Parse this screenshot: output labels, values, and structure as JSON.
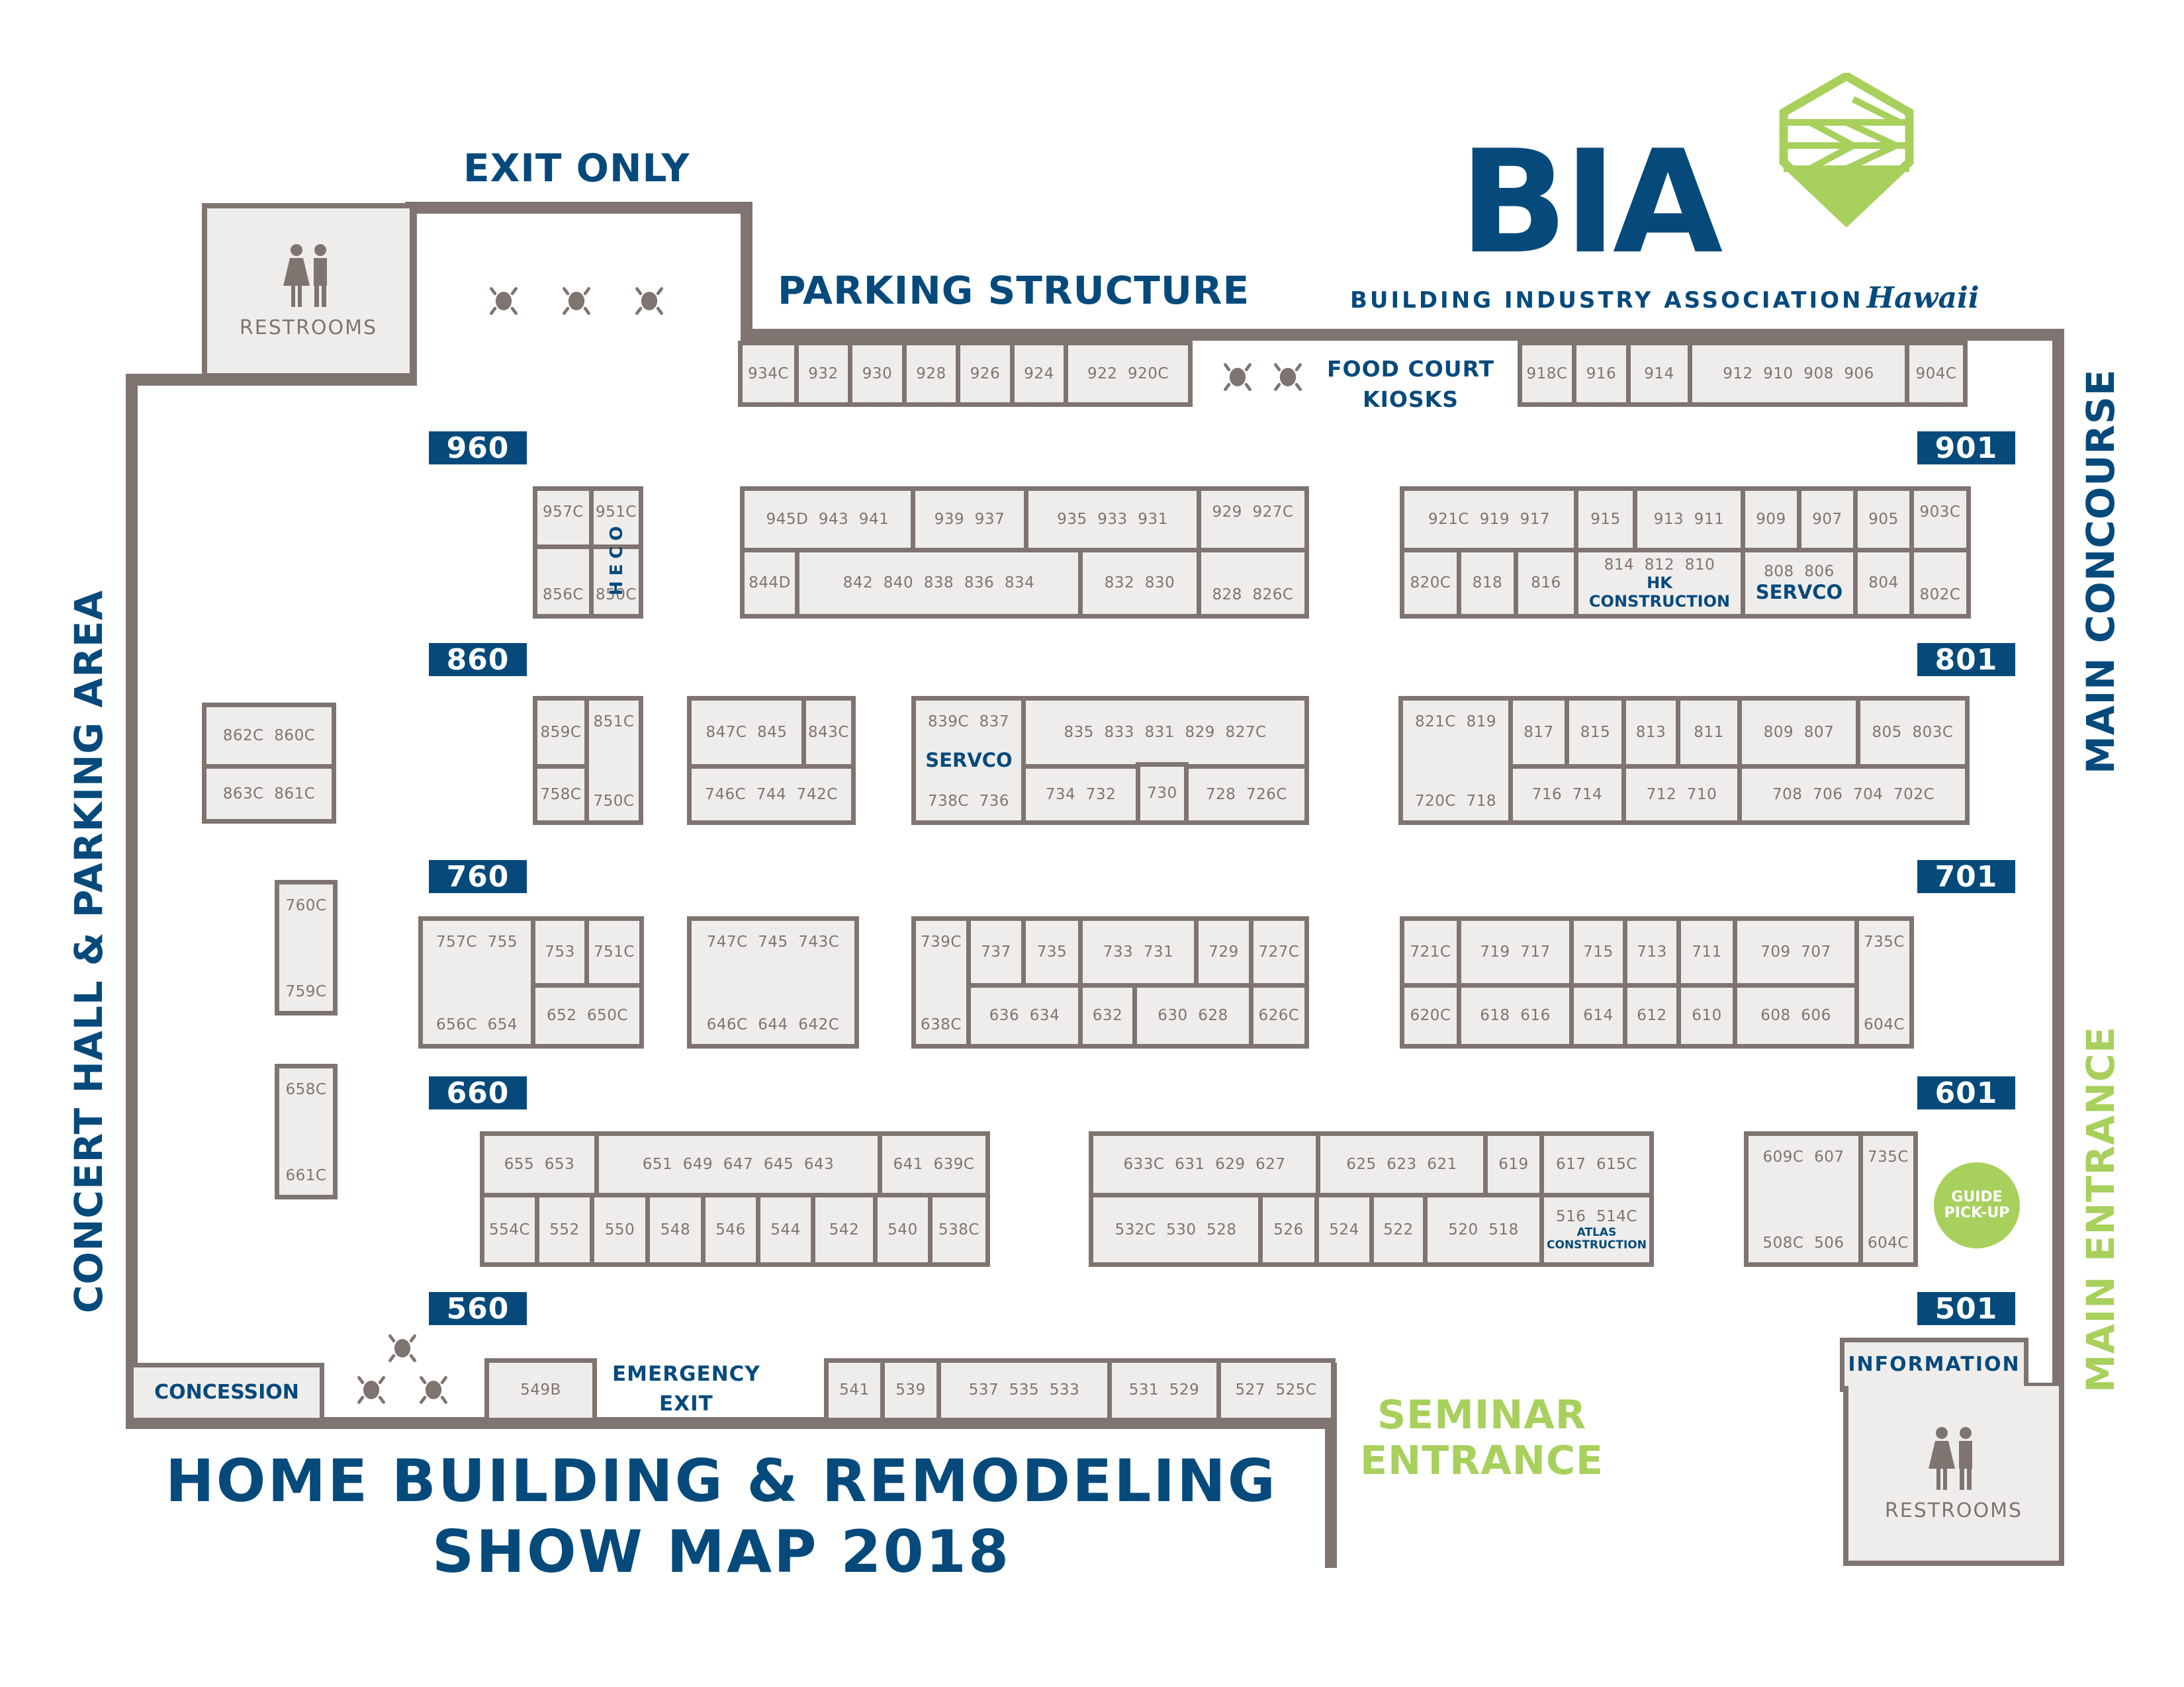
{
  "title": {
    "line1": "HOME BUILDING & REMODELING",
    "line2": "SHOW MAP 2018"
  },
  "logo": {
    "letters": "BIA",
    "tagline": "BUILDING INDUSTRY ASSOCIATION",
    "script": "Hawaii",
    "icon": "hexagon-arrow-icon"
  },
  "colors": {
    "navy": "#064a7c",
    "green": "#a8d05c",
    "wall": "#7f7470",
    "booth_fill": "#efedec"
  },
  "landmarks": {
    "exit_only": "EXIT ONLY",
    "parking_structure": "PARKING STRUCTURE",
    "food_court_line1": "FOOD COURT",
    "food_court_line2": "KIOSKS",
    "main_concourse": "MAIN CONCOURSE",
    "main_entrance": "MAIN ENTRANCE",
    "concert_hall": "CONCERT HALL & PARKING AREA",
    "seminar_line1": "SEMINAR",
    "seminar_line2": "ENTRANCE",
    "emergency_line1": "EMERGENCY",
    "emergency_line2": "EXIT",
    "concession": "CONCESSION",
    "information": "INFORMATION",
    "restrooms": "RESTROOMS",
    "guide_line1": "GUIDE",
    "guide_line2": "PICK-UP"
  },
  "aisles": {
    "left": [
      "960",
      "860",
      "760",
      "660",
      "560"
    ],
    "right": [
      "901",
      "801",
      "701",
      "601",
      "501"
    ]
  },
  "booths": {
    "top_row_left": [
      "934C",
      "932",
      "930",
      "928",
      "926",
      "924",
      "922  920C"
    ],
    "top_row_right": [
      "918C",
      "916",
      "914",
      "912  910  908  906",
      "904C"
    ],
    "heco": [
      "957C",
      "856C",
      "951C",
      "850C"
    ],
    "heco_company": "HECO",
    "island_9_center": [
      "945D  943  941",
      "939  937",
      "935  933  931",
      "844D",
      "842  840  838  836  834",
      "832  830",
      "929  927C",
      "828  826C"
    ],
    "island_9_right": [
      "921C  919  917",
      "915",
      "913  911",
      "909",
      "907",
      "905",
      "903C",
      "802C",
      "820C",
      "818",
      "816",
      "814  812  810",
      "808  806",
      "804"
    ],
    "island_9_right_companies": [
      "HK",
      "CONSTRUCTION",
      "SERVCO"
    ],
    "far_left_8": [
      "862C  860C",
      "863C  861C"
    ],
    "island_8_a": [
      "859C",
      "758C",
      "851C",
      "750C"
    ],
    "island_8_b": [
      "847C  845",
      "843C",
      "746C  744  742C"
    ],
    "island_8_c": [
      "839C  837",
      "738C  736",
      "835  833  831  829  827C",
      "734  732",
      "730",
      "728  726C"
    ],
    "island_8_c_company": "SERVCO",
    "island_8_d": [
      "821C  819",
      "720C  718",
      "817",
      "815",
      "813",
      "811",
      "809  807",
      "805  803C",
      "716  714",
      "712  710",
      "708  706  704  702C"
    ],
    "far_left_7": [
      "760C",
      "759C"
    ],
    "far_left_6": [
      "658C",
      "661C"
    ],
    "island_7_a": [
      "757C  755",
      "656C  654",
      "753",
      "751C",
      "652  650C"
    ],
    "island_7_b": [
      "747C  745  743C",
      "646C  644  642C"
    ],
    "island_7_c": [
      "739C",
      "638C",
      "737",
      "735",
      "733  731",
      "729",
      "727C",
      "636  634",
      "632",
      "630  628",
      "626C"
    ],
    "island_7_d": [
      "721C",
      "719  717",
      "715",
      "713",
      "711",
      "709  707",
      "620C",
      "618  616",
      "614",
      "612",
      "610",
      "608  606",
      "735C",
      "604C"
    ],
    "island_6_a": [
      "655  653",
      "651  649  647  645  643",
      "641  639C",
      "554C",
      "552",
      "550",
      "548",
      "546",
      "544",
      "542",
      "540",
      "538C"
    ],
    "island_6_b": [
      "633C  631  629  627",
      "625  623  621",
      "619",
      "617  615C",
      "532C  530  528",
      "526",
      "524",
      "522",
      "520  518",
      "516  514C"
    ],
    "island_6_b_companies": [
      "ATLAS",
      "CONSTRUCTION"
    ],
    "island_6_c": [
      "609C  607",
      "508C  506",
      "735C",
      "604C"
    ],
    "bottom_row_left": [
      "549B"
    ],
    "bottom_row_right": [
      "541",
      "539",
      "537  535  533",
      "531  529",
      "527  525C"
    ]
  }
}
